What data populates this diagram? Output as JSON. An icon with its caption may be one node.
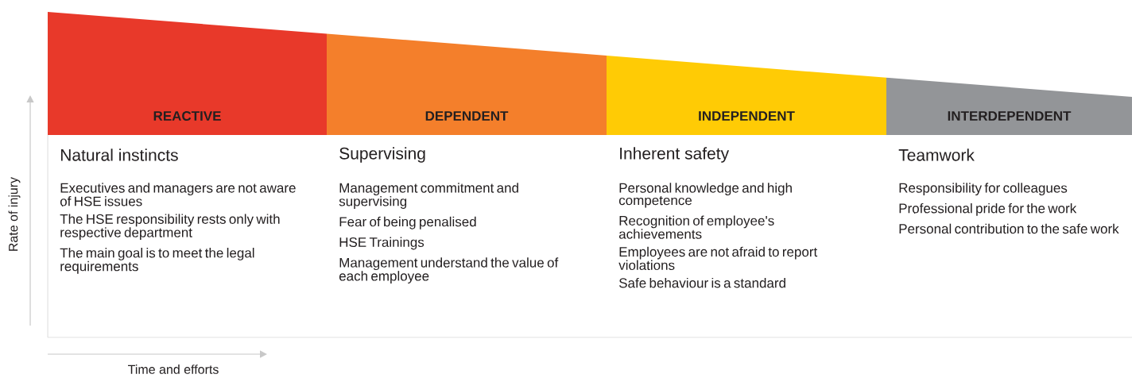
{
  "diagram": {
    "nodes": [
      {
        "text": [
          "REACTIVE",
          "Natural instincts"
        ]
      },
      {
        "text": [
          "DEPENDENT",
          "Supervising"
        ]
      },
      {
        "text": [
          "INDEPENDENT",
          "Inherent safety"
        ]
      },
      {
        "text": [
          "INTERDEPENDENT",
          "Teamwork"
        ]
      }
    ],
    "labels": [
      "Rate of injury",
      "Executives and managers are not aware of HSE issues",
      "The HSE responsibility rests only with respective department",
      "The main goal is to meet the legal requirements",
      "Management commitment and supervising",
      "Fear of being penalised",
      "HSE Trainings",
      "Management understand the value of each employee",
      "Personal knowledge and high competence",
      "Recognition of employee's achievements",
      "Employees are not afraid to report violations",
      "Safe behaviour is a standard",
      "Responsibility for colleagues",
      "Professional pride for the work",
      "Personal contribution to the safe work",
      "Time and efforts"
    ]
  }
}
